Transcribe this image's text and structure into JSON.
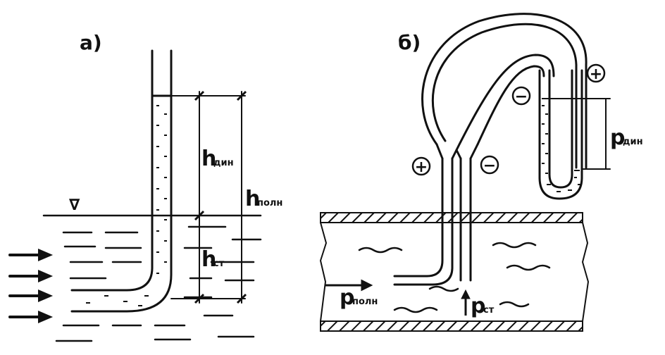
{
  "panels": {
    "a": {
      "label": "а)",
      "free_surface_symbol": "∇",
      "h_dyn": {
        "main": "h",
        "sub": "дин"
      },
      "h_full": {
        "main": "h",
        "sub": "полн"
      },
      "h_st": {
        "main": "h",
        "sub": "ст"
      }
    },
    "b": {
      "label": "б)",
      "plus_sign": "+",
      "minus_sign": "−",
      "p_dyn": {
        "main": "p",
        "sub": "дин"
      },
      "p_full": {
        "main": "p",
        "sub": "полн"
      },
      "p_st": {
        "main": "p",
        "sub": "ст"
      }
    }
  }
}
